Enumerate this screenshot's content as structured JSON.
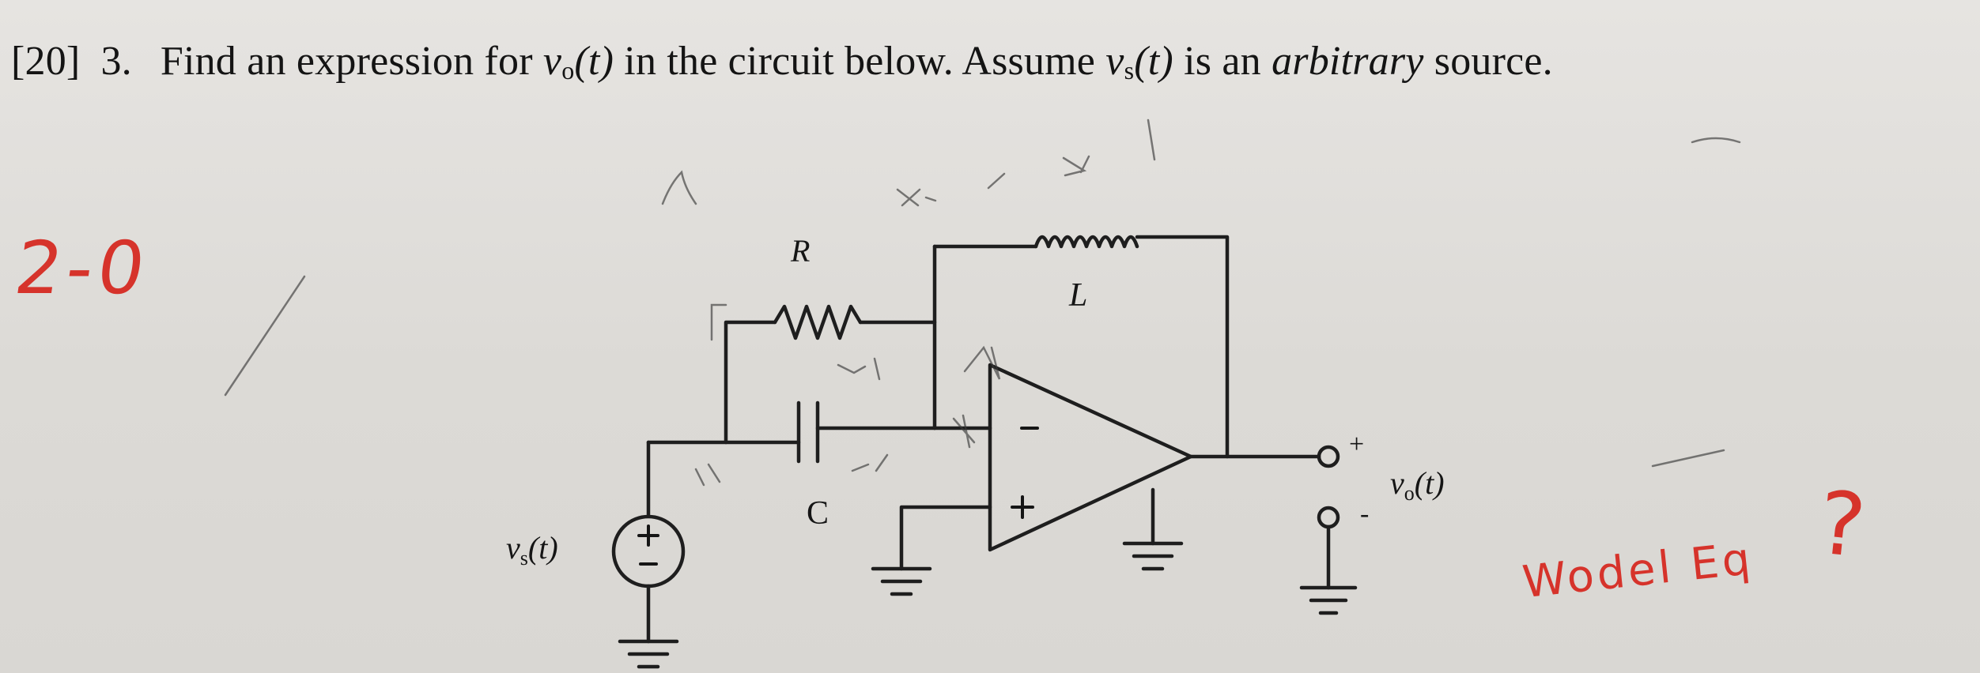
{
  "problem": {
    "points": "[20]",
    "number": "3.",
    "text_1": "Find an expression for ",
    "vo_var": "v",
    "vo_sub": "o",
    "t_arg": "(t)",
    "text_2": " in the circuit below.  Assume ",
    "vs_var": "v",
    "vs_sub": "s",
    "text_3": " is an ",
    "emphasis": "arbitrary",
    "text_4": " source."
  },
  "circuit_labels": {
    "resistor": "R",
    "inductor": "L",
    "capacitor": "C",
    "source_var": "v",
    "source_sub": "s",
    "source_arg": "(t)",
    "output_var": "v",
    "output_sub": "o",
    "output_arg": "(t)",
    "output_plus": "+",
    "output_minus": "-",
    "opamp_minus": "−",
    "opamp_plus": "+",
    "source_plus": "+",
    "source_minus": "−"
  },
  "grading": {
    "score": "2-0",
    "comment": "Wodel Eq",
    "question_mark": "?"
  },
  "colors": {
    "paper": "#dedcd8",
    "ink": "#141414",
    "grade_red": "#d6332b",
    "pencil": "#1e1e1e"
  }
}
